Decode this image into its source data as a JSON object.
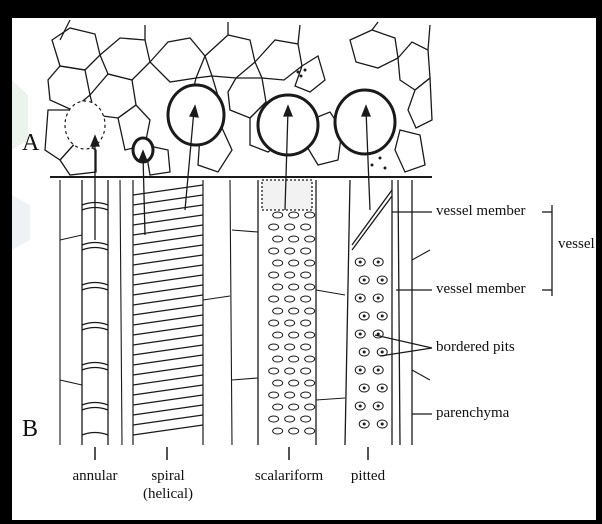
{
  "section_labels": {
    "a": "A",
    "b": "B"
  },
  "right_labels": {
    "vessel_member_top": "vessel member",
    "vessel_member_bottom": "vessel member",
    "vessel": "vessel",
    "bordered_pits": "bordered pits",
    "parenchyma": "parenchyma"
  },
  "bottom_labels": {
    "annular": "annular",
    "spiral_line1": "spiral",
    "spiral_line2": "(helical)",
    "scalariform": "scalariform",
    "pitted": "pitted"
  },
  "colors": {
    "frame": "#000000",
    "ink": "#1a1a1a",
    "paper": "#ffffff"
  }
}
